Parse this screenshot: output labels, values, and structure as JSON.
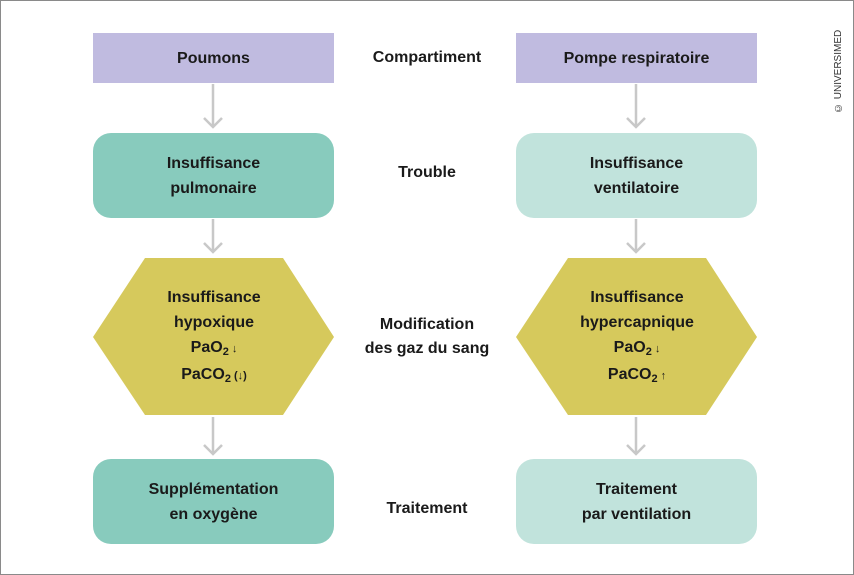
{
  "rows": {
    "compartment": "Compartiment",
    "trouble": "Trouble",
    "gas_line1": "Modification",
    "gas_line2": "des gaz du sang",
    "treatment": "Traitement"
  },
  "left": {
    "compartment": "Poumons",
    "trouble_line1": "Insuffisance",
    "trouble_line2": "pulmonaire",
    "gas_line1": "Insuffisance",
    "gas_line2": "hypoxique",
    "pao2_prefix": "PaO",
    "pao2_sub": "2",
    "pao2_arrow": "↓",
    "paco2_prefix": "PaCO",
    "paco2_sub": "2",
    "paco2_arrow": "(↓)",
    "treatment_line1": "Supplémentation",
    "treatment_line2": "en oxygène"
  },
  "right": {
    "compartment": "Pompe respiratoire",
    "trouble_line1": "Insuffisance",
    "trouble_line2": "ventilatoire",
    "gas_line1": "Insuffisance",
    "gas_line2": "hypercapnique",
    "pao2_prefix": "PaO",
    "pao2_sub": "2",
    "pao2_arrow": "↓",
    "paco2_prefix": "PaCO",
    "paco2_sub": "2",
    "paco2_arrow": "↑",
    "treatment_line1": "Traitement",
    "treatment_line2": "par ventilation"
  },
  "copyright": "© UNIVERSIMED",
  "colors": {
    "compartment": "#c0bbe0",
    "left_fill": "#88cbbd",
    "right_fill": "#c1e3dc",
    "hexagon": "#d6c95c",
    "arrow": "#c8c8c8"
  }
}
